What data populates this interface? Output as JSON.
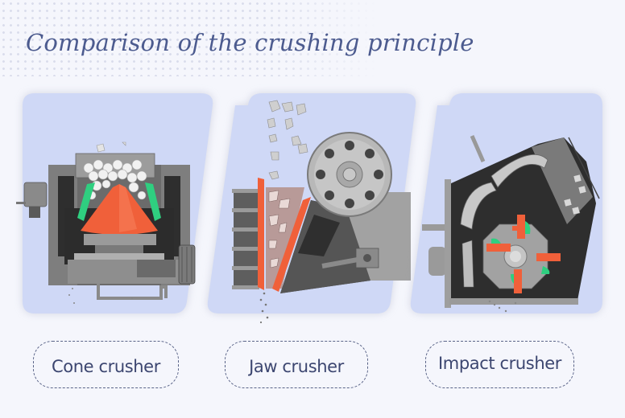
{
  "page": {
    "title": "Comparison of the crushing principle",
    "colors": {
      "background": "#f5f6fc",
      "title": "#4c5b8f",
      "panel": "#cfd8f6",
      "label_text": "#3c4670",
      "label_border": "#5a6488",
      "highlight_orange": "#f0603a",
      "highlight_green": "#2fcf80"
    }
  },
  "crushers": [
    {
      "name": "Cone crusher",
      "illustration": "cone-crusher-cutaway"
    },
    {
      "name": "Jaw crusher",
      "illustration": "jaw-crusher-cutaway"
    },
    {
      "name": "Impact crusher",
      "illustration": "impact-crusher-cutaway"
    }
  ]
}
